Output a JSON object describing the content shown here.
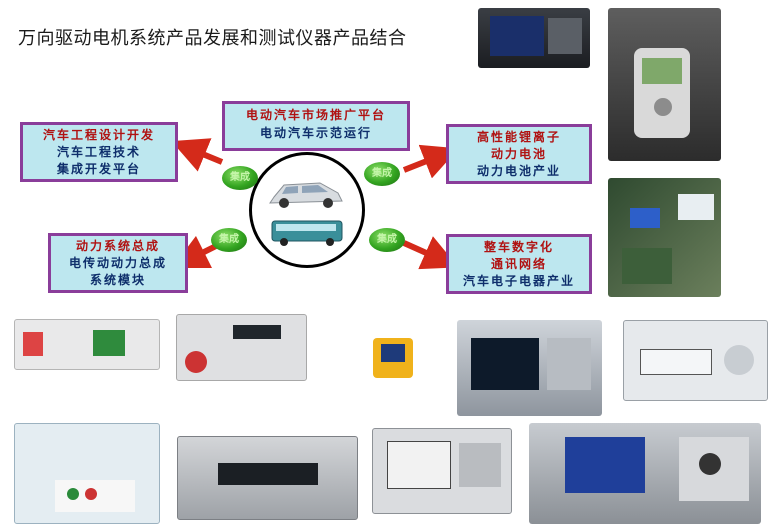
{
  "title": "万向驱动电机系统产品发展和测试仪器产品结合",
  "boxes": {
    "top": {
      "line1": "电动汽车市场推广平台",
      "line2": "电动汽车示范运行"
    },
    "left_top": {
      "line1": "汽车工程设计开发",
      "line2": "汽车工程技术",
      "line3": "集成开发平台"
    },
    "left_bottom": {
      "line1": "动力系统总成",
      "line2": "电传动动力总成",
      "line3": "系统模块"
    },
    "right_top": {
      "line1": "高性能锂离子",
      "line2": "动力电池",
      "line3": "动力电池产业"
    },
    "right_bottom": {
      "line1": "整车数字化",
      "line2": "通讯网络",
      "line3": "汽车电子电器产业"
    }
  },
  "nodes": [
    "集成",
    "集成",
    "集成",
    "集成"
  ],
  "colors": {
    "box_fill": "#bde7ef",
    "box_border": "#8a3d9a",
    "heading": "#b01212",
    "subtext": "#0e2e6b",
    "arrow": "#d42a1a",
    "node": "#33a420"
  }
}
